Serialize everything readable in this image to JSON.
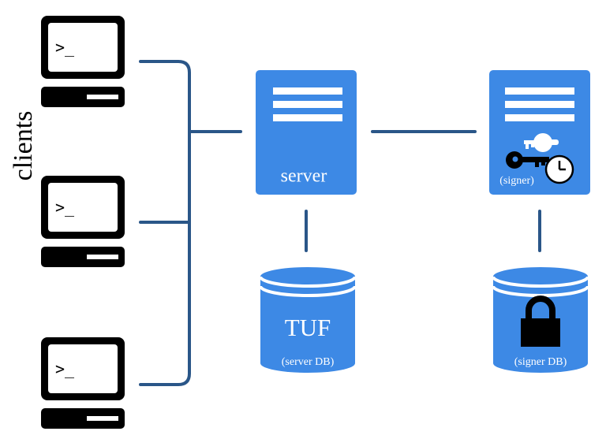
{
  "clients": {
    "label": "clients",
    "terminal_prompt": ">_",
    "count": 3
  },
  "server": {
    "label": "server"
  },
  "signer": {
    "label": "(signer)"
  },
  "server_db": {
    "title": "TUF",
    "label": "(server DB)"
  },
  "signer_db": {
    "label": "(signer DB)"
  },
  "colors": {
    "box": "#3d89e5",
    "line": "#2a5688",
    "terminal": "#000000",
    "background": "#ffffff"
  },
  "icons": [
    "terminal-icon",
    "document-lines-icon",
    "key-icon",
    "clock-icon",
    "database-icon",
    "lock-icon"
  ]
}
